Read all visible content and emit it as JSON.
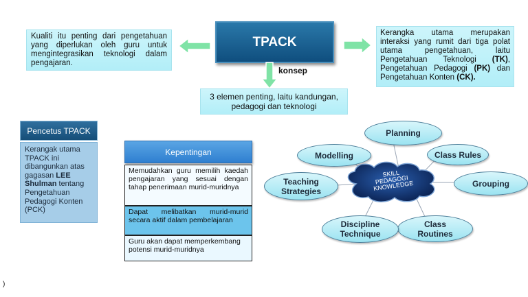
{
  "left_box": {
    "text": "Kualiti itu penting dari pengetahuan yang diperlukan oleh guru untuk mengintegrasikan teknologi dalam pengajaran."
  },
  "center_title": "TPACK",
  "right_box": {
    "segments": [
      {
        "text": "Kerangka utama merupakan interaksi yang rumit dari tiga polat utama pengetahuan, laitu Pengetahuan Teknologi ",
        "bold": false
      },
      {
        "text": "(TK)",
        "bold": true
      },
      {
        "text": ", Pengetahuan Pedagogi ",
        "bold": false
      },
      {
        "text": "(PK)",
        "bold": true
      },
      {
        "text": " dan Pengetahuan Konten ",
        "bold": false
      },
      {
        "text": "(CK).",
        "bold": true
      }
    ]
  },
  "konsep_label": "konsep",
  "bottom_center_box": {
    "line1": "3 elemen penting, laitu kandungan,",
    "line2": "pedagogi dan teknologi"
  },
  "pencetus": {
    "title": "Pencetus TPACK",
    "text_before": "Kerangak utama TPACK ini dibangunkan atas gagasan ",
    "name": "LEE Shulman",
    "text_after": " tentang Pengetahuan Pedagogi Konten (PCK)"
  },
  "kepentingan": {
    "title": "Kepentingan",
    "rows": [
      "Memudahkan guru memilih kaedah pengajaran yang sesuai dengan tahap penerimaan murid-muridnya",
      "Dapat melibatkan murid-murid secara aktif dalam pembelajaran",
      "Guru akan dapat memperkembang potensi murid-muridnya"
    ]
  },
  "skill_cloud": {
    "center_label": "SKILL PEDAGOGI KNOWLEDGE",
    "nodes": [
      "Planning",
      "Class Rules",
      "Grouping",
      "Class Routines",
      "Discipline Technique",
      "Teaching Strategies",
      "Modelling"
    ]
  },
  "stray_mark": ")",
  "colors": {
    "accent_dark": "#0f4e7e",
    "light_box": "#c2f1f9",
    "arrow": "#6fdc9a",
    "cloud": "#0b2a5c"
  }
}
